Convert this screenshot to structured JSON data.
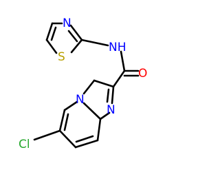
{
  "structure": {
    "colors": {
      "bond": "#000000",
      "nitrogen": "#0000ff",
      "sulfur": "#b8a000",
      "oxygen": "#ff0000",
      "chlorine": "#26a82d"
    },
    "atoms": {
      "thiazole_n": "N",
      "thiazole_s": "S",
      "amide_nh": "NH",
      "carbonyl_o": "O",
      "imidazole_n": "N",
      "bridge_n": "N",
      "chlorine": "Cl"
    }
  }
}
